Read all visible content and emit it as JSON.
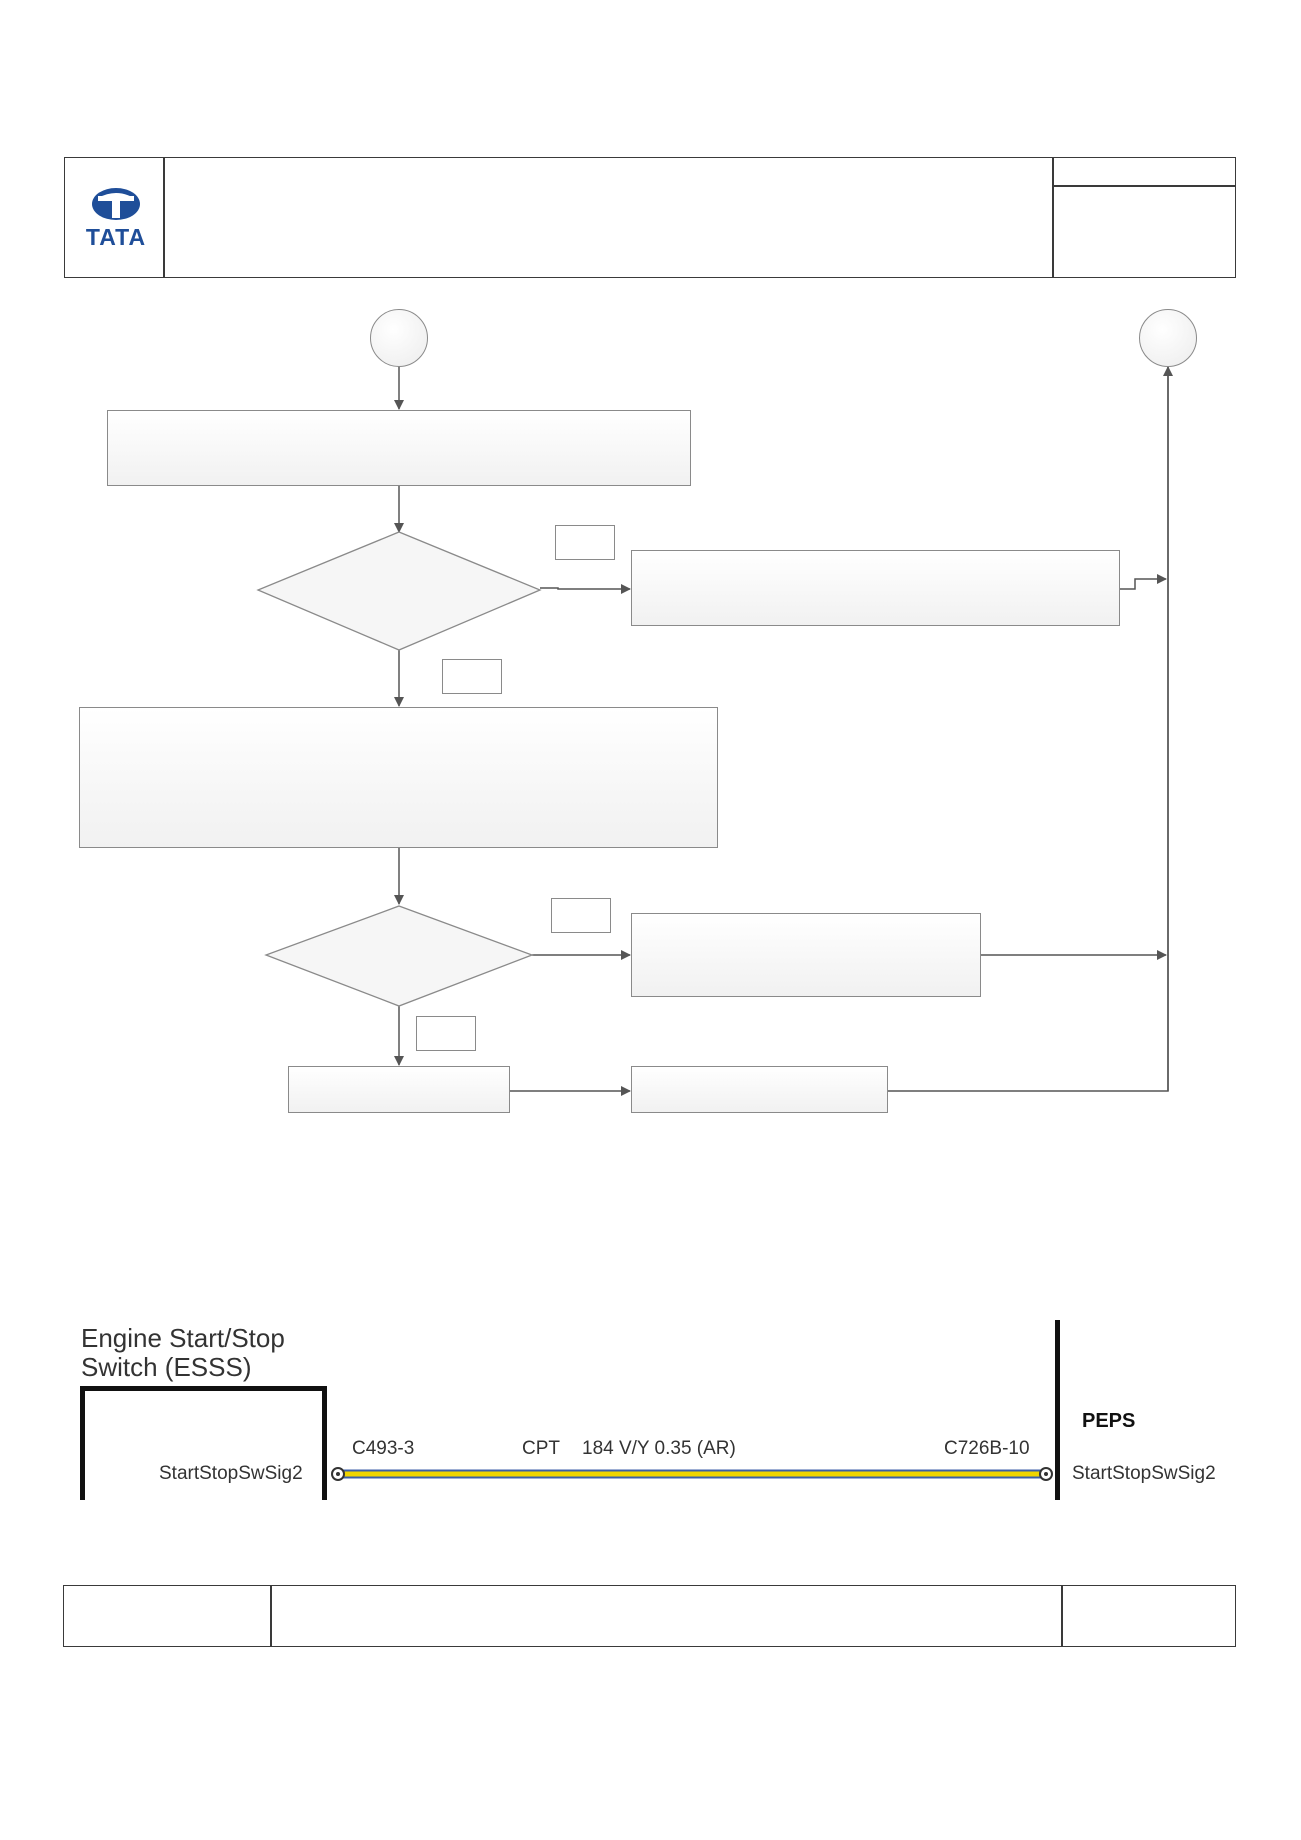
{
  "header": {
    "logo_text": "TATA",
    "logo_icon": "tata-t-logo-icon"
  },
  "colors": {
    "logo_blue": "#1f4e99",
    "wire_yellow": "#f0d500",
    "wire_blue": "#3c5fa8"
  },
  "wiring": {
    "left_component": "Engine Start/Stop\nSwitch (ESSS)",
    "left_pin_label": "StartStopSwSig2",
    "left_connector": "C493-3",
    "circuit_label": "CPT",
    "wire_spec": "184 V/Y 0.35 (AR)",
    "right_connector": "C726B-10",
    "right_component": "PEPS",
    "right_pin_label": "StartStopSwSig2"
  }
}
